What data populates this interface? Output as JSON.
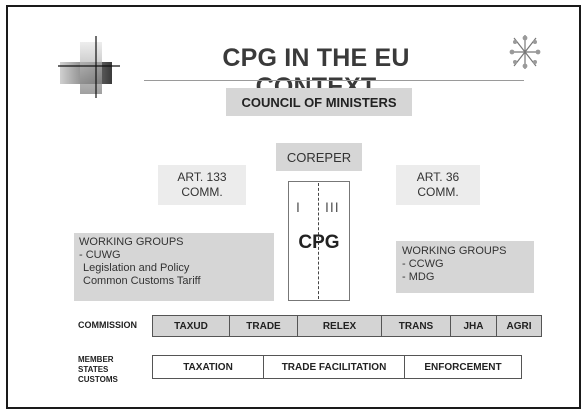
{
  "slide": {
    "title": "CPG IN THE EU CONTEXT",
    "council": "COUNCIL OF MINISTERS",
    "coreper": "COREPER",
    "art133": [
      "ART. 133",
      "COMM."
    ],
    "art36": [
      "ART. 36",
      "COMM."
    ],
    "cpg": {
      "pillar_left": "I",
      "pillar_right": "III",
      "label": "CPG"
    },
    "working_groups_left": [
      "WORKING GROUPS",
      "- CUWG",
      "  Legislation and Policy",
      "  Common Customs Tariff"
    ],
    "working_groups_right": [
      "WORKING GROUPS",
      "- CCWG",
      "- MDG"
    ],
    "commission": {
      "label": "COMMISSION",
      "cells": [
        "TAXUD",
        "TRADE",
        "RELEX",
        "TRANS",
        "JHA",
        "AGRI"
      ]
    },
    "member_states": {
      "label": [
        "MEMBER",
        "STATES",
        "CUSTOMS"
      ],
      "cells": [
        "TAXATION",
        "TRADE FACILITATION",
        "ENFORCEMENT"
      ]
    }
  },
  "colors": {
    "box_dark": "#d6d6d6",
    "box_light": "#ececec",
    "border": "#1a1a1a"
  },
  "icons": [
    "presentation-logo-icon",
    "eu-flag-emblem-icon"
  ]
}
